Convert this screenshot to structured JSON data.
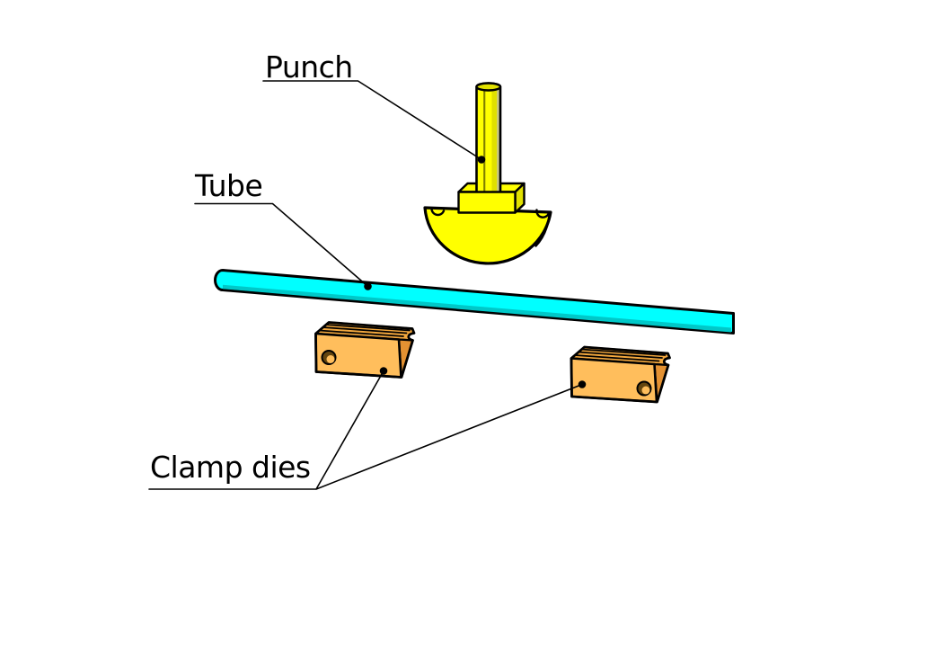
{
  "annotations": {
    "punch": {
      "label": "Punch"
    },
    "tube": {
      "label": "Tube"
    },
    "clamp_dies": {
      "label": "Clamp dies"
    }
  },
  "colors": {
    "background": "#FFFFFF",
    "outline": "#000000",
    "punch_yellow": "#FFFF00",
    "punch_yellow_shade": "#E0E000",
    "punch_yellow_pale": "#C9C98C",
    "punch_seam": "#7F7F00",
    "tube_cyan": "#00FFFF",
    "tube_cyan_shade": "#00C8C8",
    "die_orange_front": "#FFBE5C",
    "die_orange_top": "#F3A83E",
    "die_orange_side": "#E39132",
    "hole_shadow": "#63450F"
  }
}
